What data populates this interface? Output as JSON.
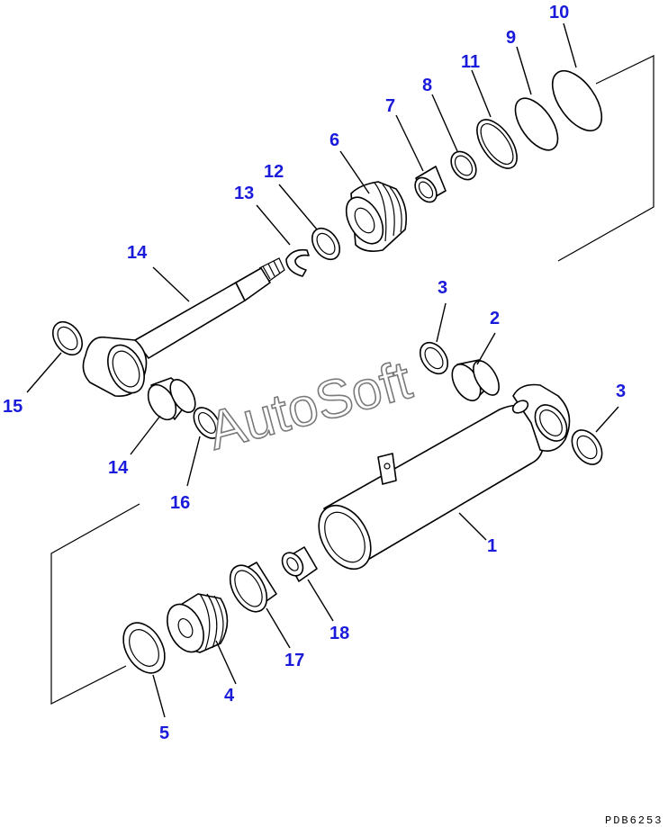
{
  "diagram": {
    "watermark": "AutoSoft",
    "drawing_code": "PDB6253",
    "callouts": [
      "1",
      "2",
      "3",
      "3",
      "4",
      "5",
      "6",
      "7",
      "8",
      "9",
      "10",
      "11",
      "12",
      "13",
      "14",
      "14",
      "15",
      "16",
      "17",
      "18"
    ],
    "colors": {
      "callout": "#1a1adb",
      "line": "#000000",
      "watermark": "#7a7a7a"
    }
  }
}
